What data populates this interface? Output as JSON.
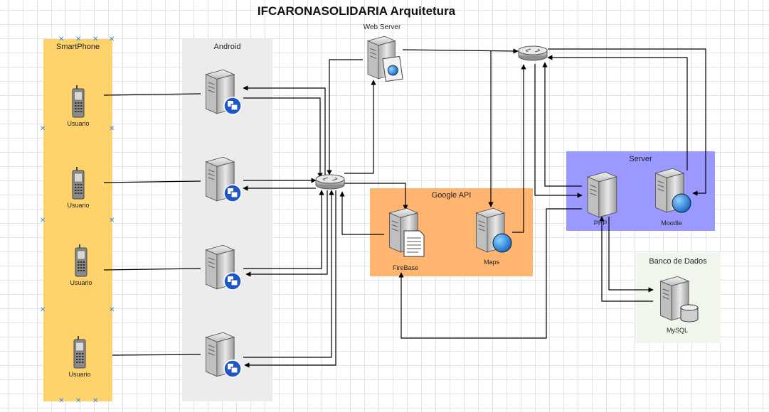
{
  "title": "IFCARONASOLIDARIA Arquitetura",
  "groups": {
    "smartphone": "SmartPhone",
    "android": "Android",
    "google_api": "Google API",
    "server": "Server",
    "database": "Banco de Dados"
  },
  "nodes": {
    "usuario": [
      "Usuario",
      "Usuario",
      "Usuario",
      "Usuario"
    ],
    "web_server": "Web Server",
    "firebase": "FireBase",
    "maps": "Maps",
    "php": "PHP",
    "moodle": "Moodle",
    "mysql": "MySQL"
  },
  "colors": {
    "smartphone_group": "#ffd36b",
    "android_group": "#ececec",
    "google_group": "#ffb570",
    "server_group": "#9999ff",
    "database_group": "#f1f7ec",
    "connector": "#000000"
  },
  "icons": {
    "usuario": "mobile-phone-icon",
    "android": "server-app-icon",
    "router": "router-icon",
    "web_server": "web-server-icon",
    "firebase": "server-document-icon",
    "maps": "server-globe-icon",
    "php": "server-icon",
    "moodle": "server-globe-icon",
    "mysql": "server-database-icon"
  }
}
